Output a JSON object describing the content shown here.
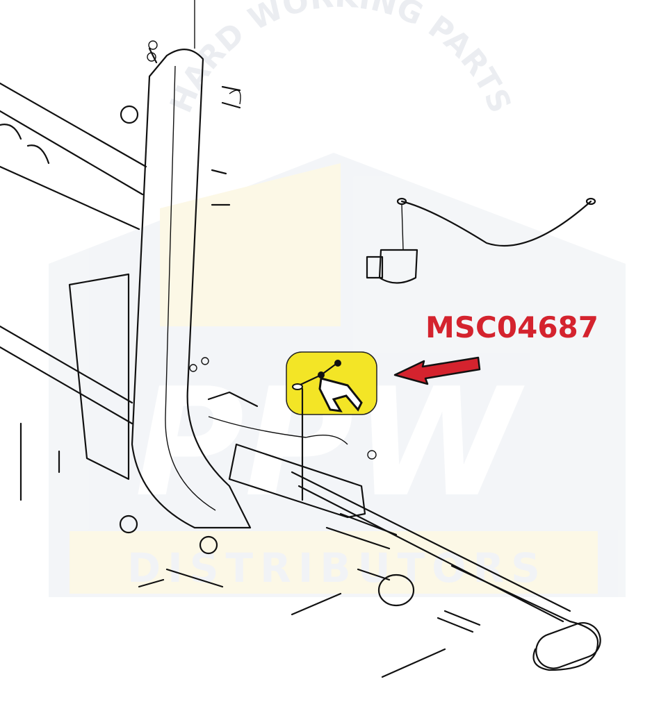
{
  "diagram": {
    "part_number": "MSC04687",
    "highlight_color": "#f3e526",
    "arrow_color": "#d4232e"
  },
  "watermark": {
    "arc_text": "HARD WORKING PARTS",
    "logo_text": "PPW",
    "bottom_text": "DISTRIBUTORS"
  }
}
